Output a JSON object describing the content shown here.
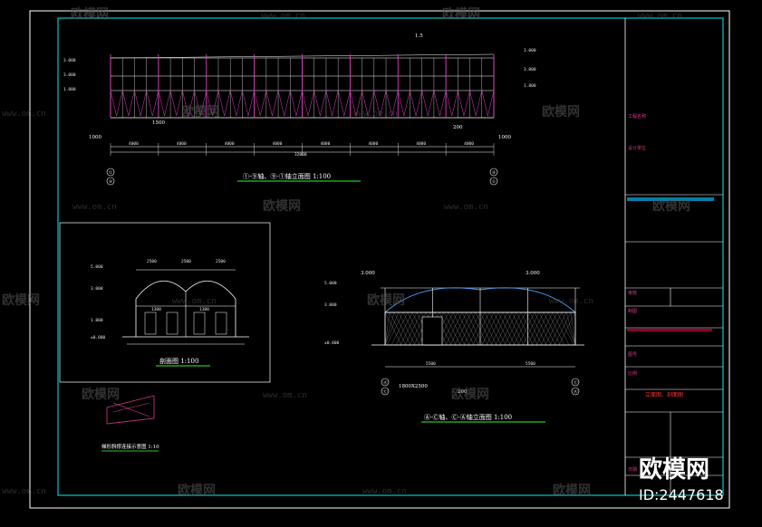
{
  "watermark": {
    "brand": "欧模网",
    "url": "www.om.cn",
    "id": "ID:2447618"
  },
  "drawings": {
    "top_elevation": {
      "title": "①-⑨轴、⑨-①轴立面图 1:100",
      "spans": [
        "4000",
        "4000",
        "4000",
        "4000",
        "4000",
        "4000",
        "4000",
        "4000"
      ],
      "total": "32000",
      "levels": [
        "3.000",
        "3.000",
        "1.800"
      ],
      "notes": [
        "1.5",
        "1500",
        "200",
        "1000",
        "1000"
      ],
      "axes": [
        "①",
        "⑨"
      ]
    },
    "section": {
      "title": "剖面图 1:100",
      "levels": [
        "5.000",
        "3.000",
        "1.800",
        "±0.000"
      ],
      "spans": [
        "2500",
        "2500",
        "2500"
      ],
      "inner": [
        "1300",
        "1300"
      ]
    },
    "bottom_elevation": {
      "title": "Ⓐ-Ⓒ轴、Ⓒ-Ⓐ轴立面图 1:100",
      "levels": [
        "3.000",
        "3.000",
        "5.000",
        "3.000",
        "±0.000"
      ],
      "notes": [
        "1800X2500",
        "200"
      ],
      "spans": [
        "5500",
        "5500"
      ],
      "axes": [
        "Ⓐ",
        "Ⓒ"
      ]
    },
    "detail": {
      "title": "梯形斜撑连接示意图 1:10"
    }
  },
  "title_block": {
    "rows": [
      "工程名称",
      "设计单位",
      "审核",
      "制图",
      "图号",
      "比例",
      "日期"
    ],
    "red_text": "立面图、剖面图"
  }
}
